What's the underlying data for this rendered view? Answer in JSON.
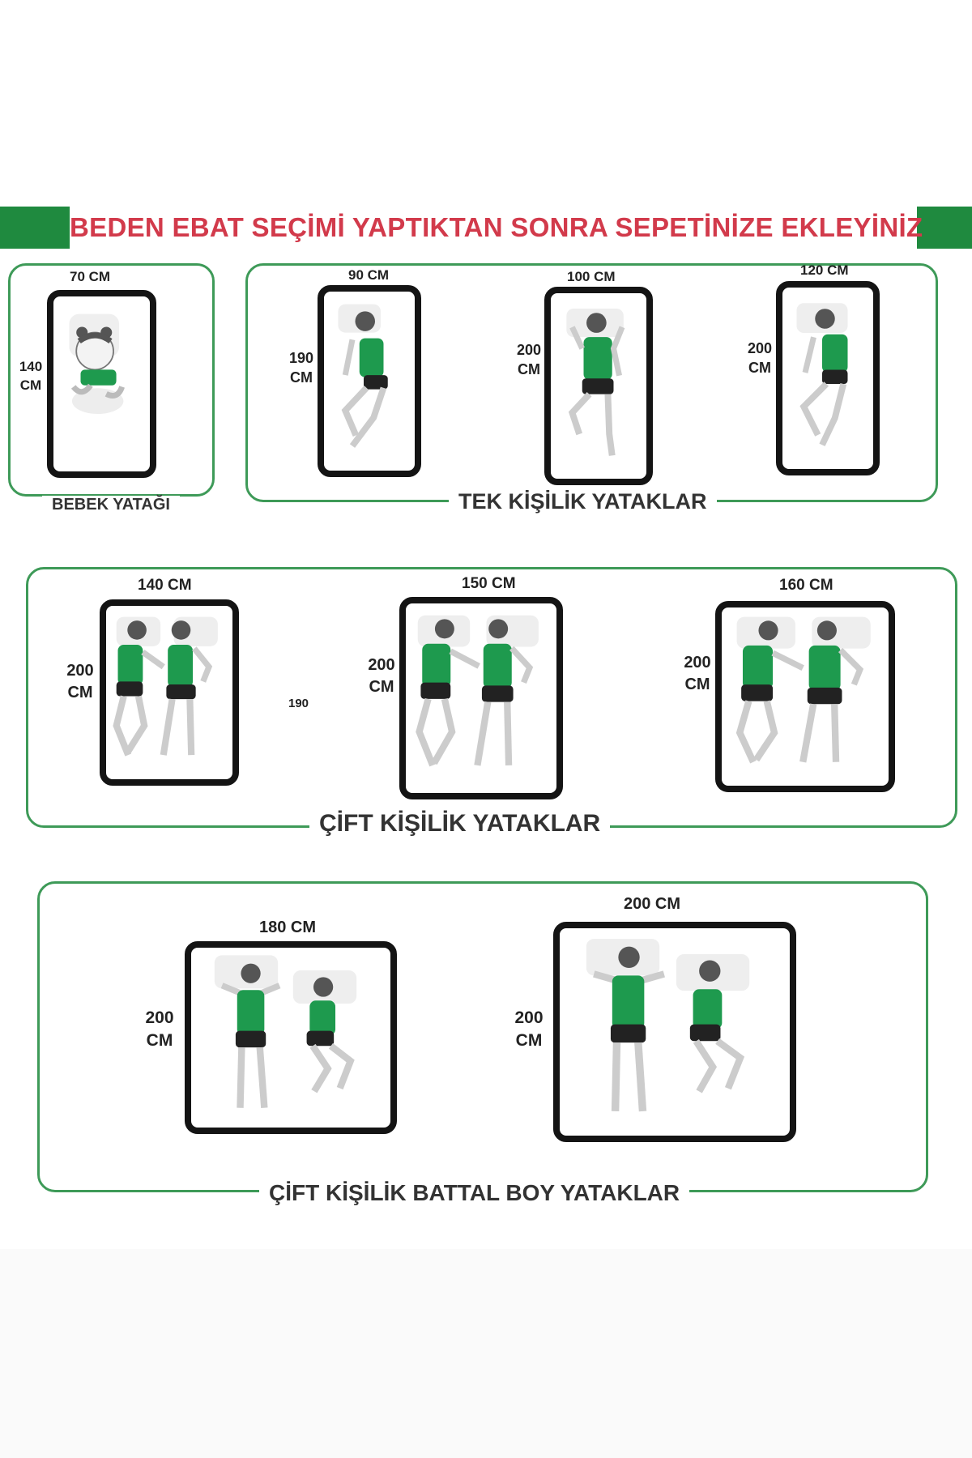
{
  "header": {
    "banner_text": "BEDEN EBAT SEÇİMİ YAPTIKTAN SONRA SEPETİNİZE EKLEYİNİZ"
  },
  "colors": {
    "green": "#1f8a3f",
    "banner_red": "#d23a4b",
    "frame_green": "#3e9a58",
    "shirt_green": "#1e9a4e"
  },
  "sections": {
    "bebek": {
      "title": "BEBEK YATAĞI",
      "beds": [
        {
          "width_label": "70 CM",
          "length_top": "140",
          "length_bottom": "CM"
        }
      ]
    },
    "tek": {
      "title": "TEK KİŞİLİK YATAKLAR",
      "beds": [
        {
          "width_label": "90 CM",
          "length_top": "190",
          "length_bottom": "CM"
        },
        {
          "width_label": "100 CM",
          "length_top": "200",
          "length_bottom": "CM"
        },
        {
          "width_label": "120 CM",
          "length_top": "200",
          "length_bottom": "CM"
        }
      ]
    },
    "cift": {
      "title": "ÇİFT KİŞİLİK YATAKLAR",
      "extra_label": "190",
      "beds": [
        {
          "width_label": "140 CM",
          "length_top": "200",
          "length_bottom": "CM"
        },
        {
          "width_label": "150 CM",
          "length_top": "200",
          "length_bottom": "CM"
        },
        {
          "width_label": "160 CM",
          "length_top": "200",
          "length_bottom": "CM"
        }
      ]
    },
    "battal": {
      "title": "ÇİFT KİŞİLİK BATTAL BOY YATAKLAR",
      "beds": [
        {
          "width_label": "180 CM",
          "length_top": "200",
          "length_bottom": "CM"
        },
        {
          "width_label": "200 CM",
          "length_top": "200",
          "length_bottom": "CM"
        }
      ]
    }
  }
}
